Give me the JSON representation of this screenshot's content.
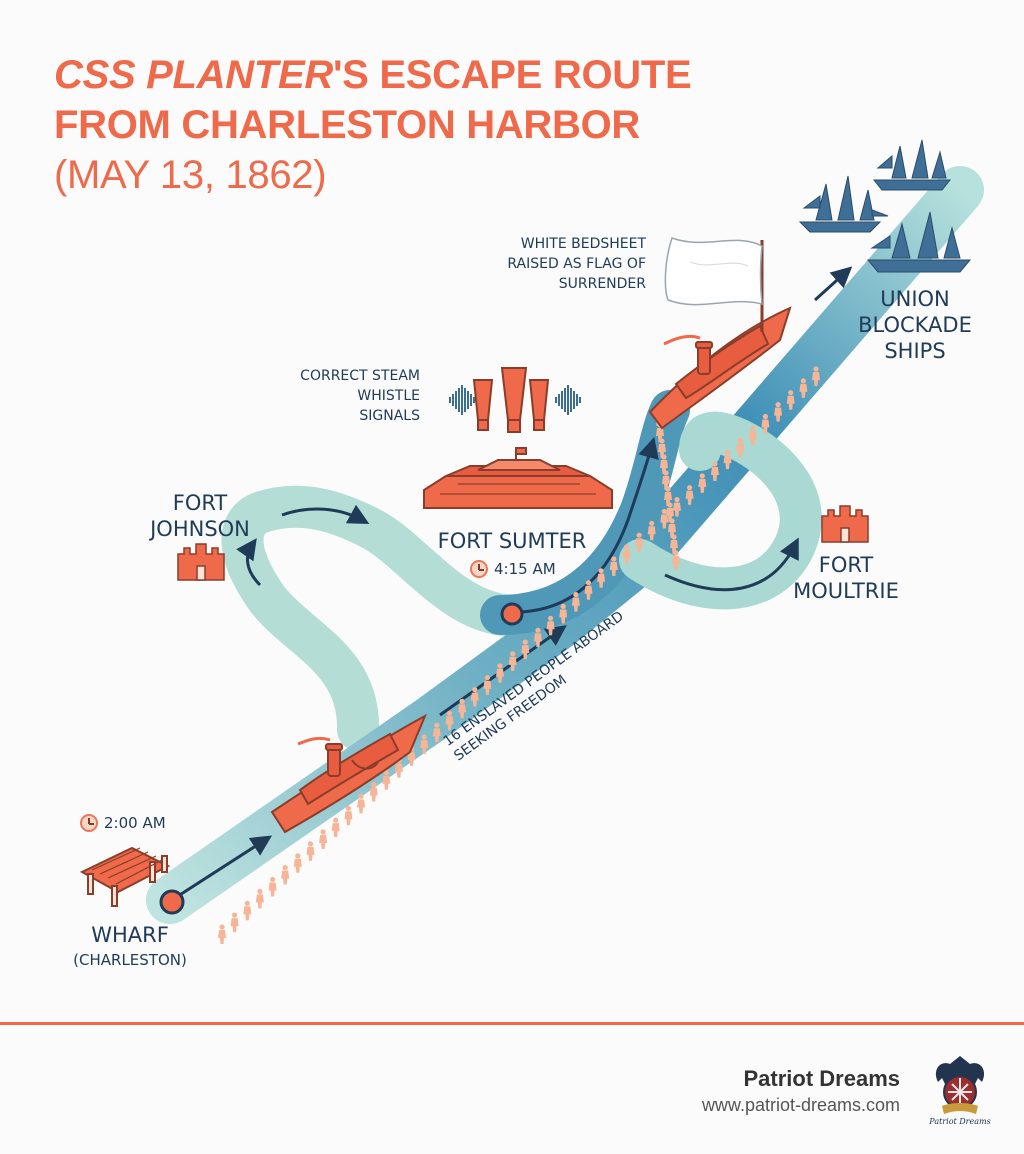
{
  "title": {
    "ship_name": "CSS PLANTER",
    "line1_rest": "'S ESCAPE ROUTE",
    "line2": "FROM CHARLESTON HARBOR",
    "line3": "(MAY 13, 1862)"
  },
  "labels": {
    "white_flag": "WHITE BEDSHEET RAISED AS FLAG OF SURRENDER",
    "union_ships": "UNION BLOCKADE SHIPS",
    "whistle": "CORRECT STEAM WHISTLE SIGNALS",
    "fort_johnson": "FORT JOHNSON",
    "fort_sumter": "FORT SUMTER",
    "sumter_time": "4:15 AM",
    "fort_moultrie": "FORT MOULTRIE",
    "wharf": "WHARF",
    "wharf_sub": "(CHARLESTON)",
    "start_time": "2:00 AM",
    "people": "16 ENSLAVED PEOPLE ABOARD SEEKING FREEDOM"
  },
  "footer": {
    "brand": "Patriot Dreams",
    "url": "www.patriot-dreams.com",
    "logo_text": "Patriot Dreams"
  },
  "colors": {
    "accent": "#ef6a4a",
    "navy": "#1f3b57",
    "route": "#5a9ab5",
    "route_light": "#a9d9d2",
    "ship_blue": "#3f6f97"
  }
}
